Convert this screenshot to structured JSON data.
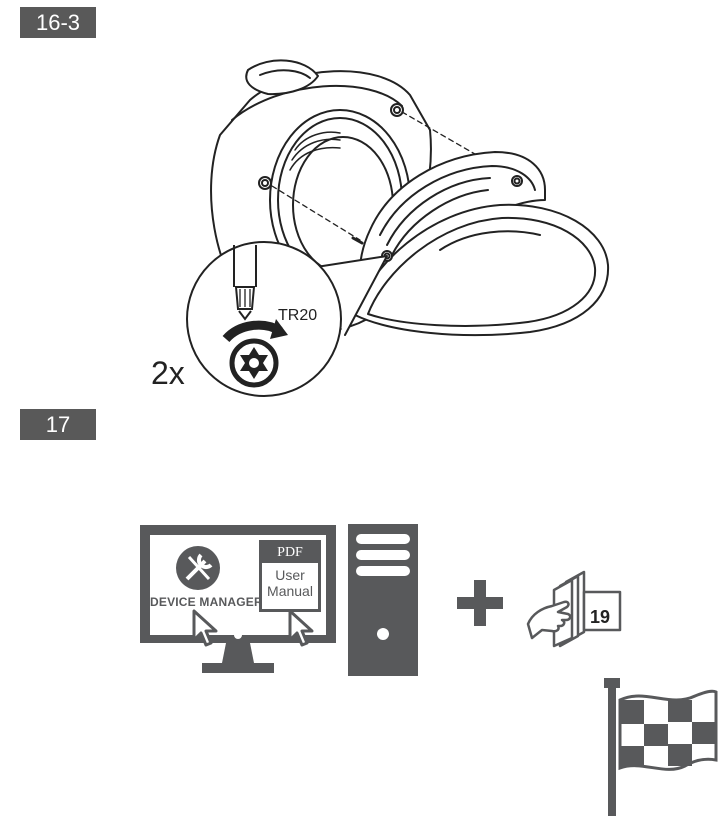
{
  "steps": [
    {
      "number": "16-3"
    },
    {
      "number": "17"
    }
  ],
  "step1": {
    "tool_label": "TR20",
    "count_label": "2x",
    "icons": [
      "camera-housing-illustration",
      "torx-screwdriver-icon",
      "rotate-arrow-icon",
      "torx-screw-head-icon"
    ]
  },
  "step2": {
    "device_manager_label": "DEVICE MANAGER",
    "pdf_label": "PDF",
    "user_manual_line1": "User",
    "user_manual_line2": "Manual",
    "page_ref": "19",
    "icons": [
      "computer-monitor-icon",
      "device-manager-icon",
      "cursor-icon",
      "pc-tower-icon",
      "plus-icon",
      "manual-page-icon",
      "checkered-flag-icon"
    ]
  },
  "colors": {
    "badge": "#595959",
    "icon_gray": "#58595b",
    "line": "#222222"
  }
}
